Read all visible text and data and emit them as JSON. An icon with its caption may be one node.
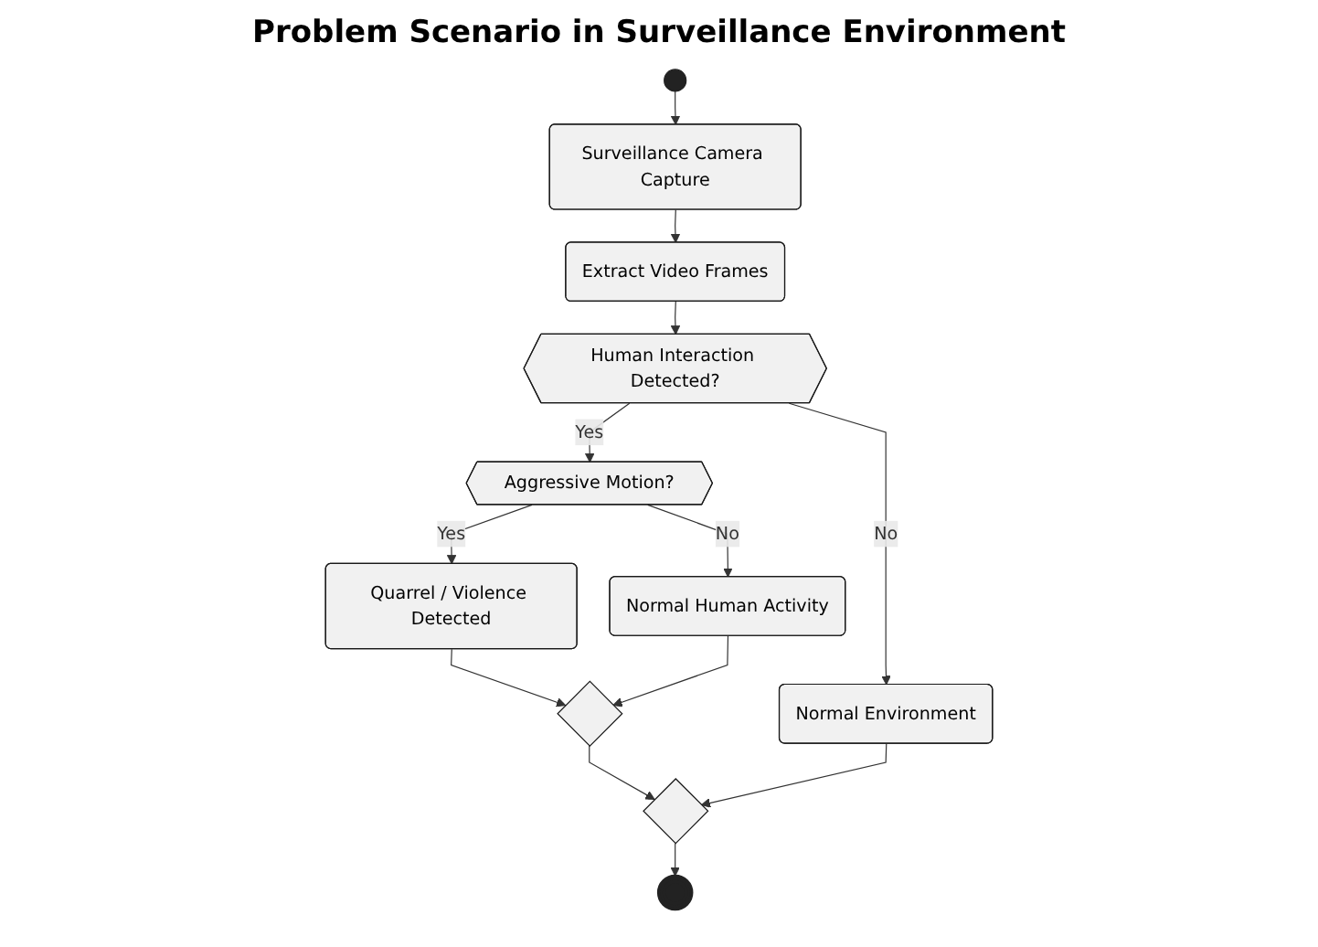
{
  "diagram": {
    "title": "Problem Scenario in Surveillance Environment",
    "nodes": [
      {
        "text": [],
        "shape": "circle"
      },
      {
        "text": [
          "Surveillance Camera Capture"
        ]
      },
      {
        "text": [
          "Extract Video Frames"
        ]
      },
      {
        "text": [
          "Human Interaction Detected?"
        ]
      },
      {
        "text": [
          "Aggressive Motion?"
        ]
      },
      {
        "text": [
          "Quarrel / Violence Detected"
        ]
      },
      {
        "text": [
          "Normal Human Activity"
        ]
      },
      {
        "text": [
          "Normal Environment"
        ]
      },
      {
        "text": [],
        "shape": "diamond"
      },
      {
        "text": [],
        "shape": "diamond"
      },
      {
        "text": [],
        "shape": "circle"
      }
    ],
    "edges": [
      {
        "from": 0,
        "to": 1,
        "arrow": "to"
      },
      {
        "from": 1,
        "to": 2,
        "arrow": "to"
      },
      {
        "from": 2,
        "to": 3,
        "arrow": "to"
      },
      {
        "from": 3,
        "to": 4,
        "label": "Yes",
        "arrow": "to"
      },
      {
        "from": 3,
        "to": 7,
        "label": "No",
        "arrow": "to"
      },
      {
        "from": 4,
        "to": 5,
        "label": "Yes",
        "arrow": "to"
      },
      {
        "from": 4,
        "to": 6,
        "label": "No",
        "arrow": "to"
      },
      {
        "from": 5,
        "to": 8,
        "arrow": "to"
      },
      {
        "from": 6,
        "to": 8,
        "arrow": "to"
      },
      {
        "from": 8,
        "to": 9,
        "arrow": "to"
      },
      {
        "from": 7,
        "to": 9,
        "arrow": "to"
      },
      {
        "from": 9,
        "to": 10,
        "arrow": "to"
      }
    ]
  }
}
